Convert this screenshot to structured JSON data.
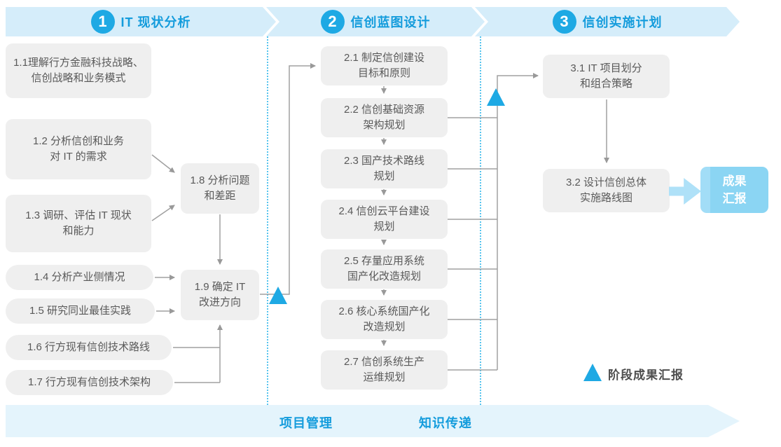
{
  "phases": [
    {
      "number": "1",
      "title": "IT 现状分析",
      "boxes": [
        {
          "label": "1.1理解行方金融科技战略、\n信创战略和业务模式"
        },
        {
          "label": "1.2 分析信创和业务\n对 IT 的需求"
        },
        {
          "label": "1.3 调研、评估 IT 现状\n和能力"
        },
        {
          "label": "1.4 分析产业侧情况"
        },
        {
          "label": "1.5 研究同业最佳实践"
        },
        {
          "label": "1.6 行方现有信创技术路线"
        },
        {
          "label": "1.7 行方现有信创技术架构"
        },
        {
          "label": "1.8 分析问题\n和差距"
        },
        {
          "label": "1.9 确定 IT\n改进方向"
        }
      ]
    },
    {
      "number": "2",
      "title": "信创蓝图设计",
      "boxes": [
        {
          "label": "2.1 制定信创建设\n目标和原则"
        },
        {
          "label": "2.2 信创基础资源\n架构规划"
        },
        {
          "label": "2.3 国产技术路线\n规划"
        },
        {
          "label": "2.4 信创云平台建设\n规划"
        },
        {
          "label": "2.5 存量应用系统\n国产化改造规划"
        },
        {
          "label": "2.6 核心系统国产化\n改造规划"
        },
        {
          "label": "2.7 信创系统生产\n运维规划"
        }
      ]
    },
    {
      "number": "3",
      "title": "信创实施计划",
      "boxes": [
        {
          "label": "3.1 IT 项目划分\n和组合策略"
        },
        {
          "label": "3.2 设计信创总体\n实施路线图"
        }
      ]
    }
  ],
  "result_box": {
    "label": "成果\n汇报"
  },
  "legend": {
    "label": "阶段成果汇报"
  },
  "bottom_band": {
    "items": [
      {
        "label": "项目管理"
      },
      {
        "label": "知识传递"
      }
    ]
  },
  "colors": {
    "accent_blue": "#1EA9E4",
    "title_blue": "#149CDC",
    "band_fill": "#D5EDFA",
    "bottom_band_fill": "#E4F4FC",
    "box_fill": "#EFEFEF",
    "box_text": "#595959",
    "connector_gray": "#A0A0A0",
    "result_fill": "#8BD5F3",
    "dotted_line": "#56C4EE"
  }
}
